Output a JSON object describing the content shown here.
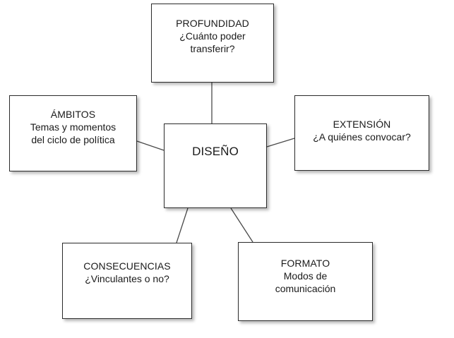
{
  "diagram": {
    "type": "hub-and-spoke",
    "background_color": "#ffffff",
    "border_color": "#2b2b2b",
    "text_color": "#1a1a1a",
    "center": {
      "id": "diseno",
      "lines": [
        "DISEÑO"
      ],
      "font_size": 17
    },
    "nodes": [
      {
        "id": "profundidad",
        "position": "top",
        "lines": [
          "PROFUNDIDAD",
          "¿Cuánto poder",
          "transferir?"
        ],
        "font_size": 14
      },
      {
        "id": "ambitos",
        "position": "left",
        "lines": [
          "ÁMBITOS",
          "Temas y momentos",
          "del ciclo de política"
        ],
        "font_size": 14
      },
      {
        "id": "extension",
        "position": "right",
        "lines": [
          "EXTENSIÓN",
          "¿A quiénes convocar?"
        ],
        "font_size": 14
      },
      {
        "id": "consecuencias",
        "position": "bottom-left",
        "lines": [
          "CONSECUENCIAS",
          "¿Vinculantes o no?"
        ],
        "font_size": 14
      },
      {
        "id": "formato",
        "position": "bottom-right",
        "lines": [
          "FORMATO",
          "Modos de",
          "comunicación"
        ],
        "font_size": 14
      }
    ]
  }
}
